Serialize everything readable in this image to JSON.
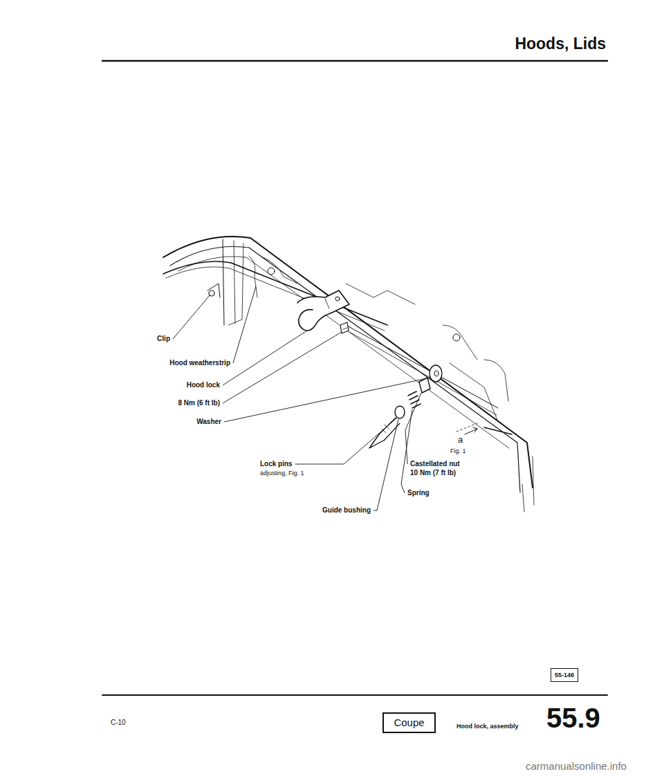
{
  "diagram": {
    "title": "Hoods, Lids",
    "nodes": [
      {
        "text": [
          "55-146"
        ]
      },
      {
        "text": [
          "Coupe"
        ]
      }
    ],
    "labels": [
      "Clip",
      "Hood weatherstrip",
      "Hood lock",
      "8 Nm (6 ft lb)",
      "Washer",
      "Lock pins",
      "adjusting, Fig. 1",
      "Castellated nut",
      "10 Nm (7 ft lb)",
      "Spring",
      "Guide bushing",
      "a",
      "Fig. 1",
      "C-10",
      "Hood lock, assembly",
      "55.9",
      "carmanualsonline.info"
    ]
  }
}
